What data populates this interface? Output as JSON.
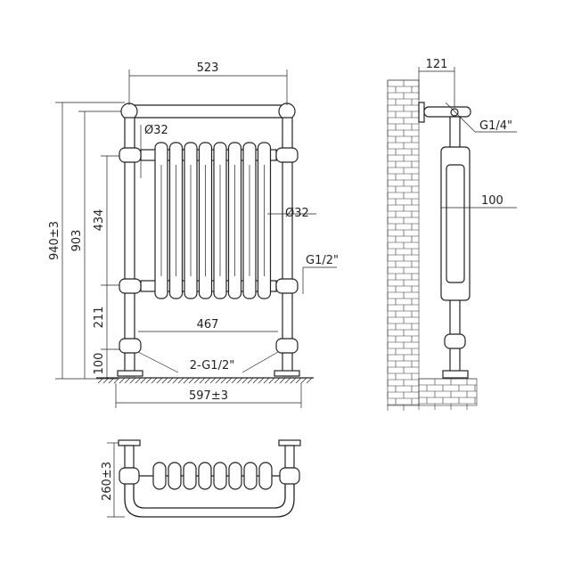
{
  "front_view": {
    "width_rail": "523",
    "pipe_diameter_top": "Ø32",
    "pipe_diameter_right": "Ø32",
    "total_height": "940±3",
    "rail_height": "903",
    "radiator_height": "434",
    "lower_connection_height": "211",
    "foot_height": "100",
    "valve_spacing": "467",
    "inlets": "2-G1/2\"",
    "overall_width": "597±3",
    "side_connection": "G1/2\""
  },
  "side_view": {
    "wall_offset": "121",
    "vent_thread": "G1/4\"",
    "radiator_depth": "100"
  },
  "top_view": {
    "depth": "260±3"
  }
}
